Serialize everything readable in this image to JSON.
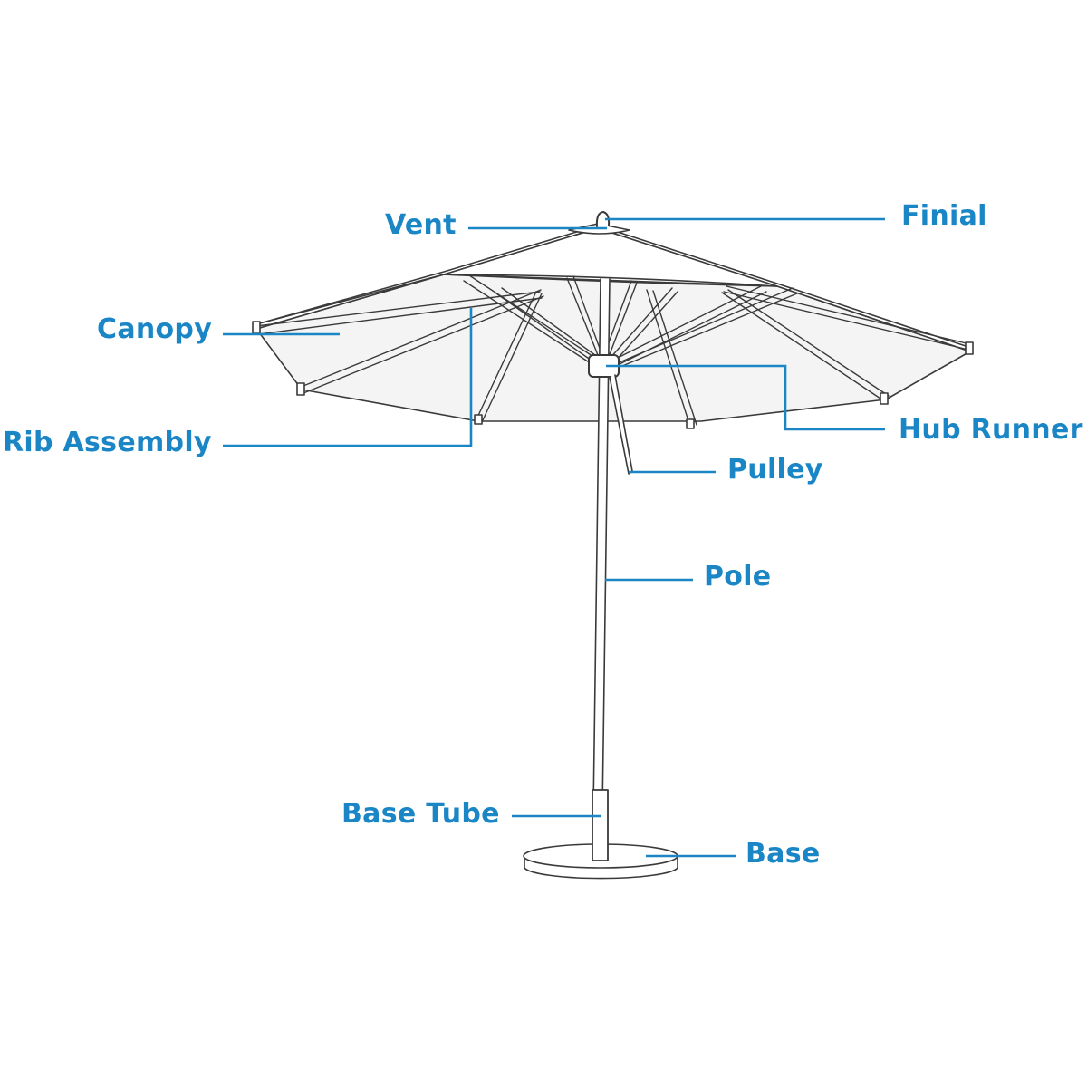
{
  "colors": {
    "label": "#1a86c6",
    "leader": "#1a86c6",
    "outline": "#3a3a3a",
    "canopy_fill": "#ffffff",
    "canopy_shade": "#f4f4f4"
  },
  "labels": {
    "finial": "Finial",
    "vent": "Vent",
    "canopy": "Canopy",
    "hub_runner": "Hub Runner",
    "rib_assembly": "Rib Assembly",
    "pulley": "Pulley",
    "pole": "Pole",
    "base_tube": "Base Tube",
    "base": "Base"
  }
}
